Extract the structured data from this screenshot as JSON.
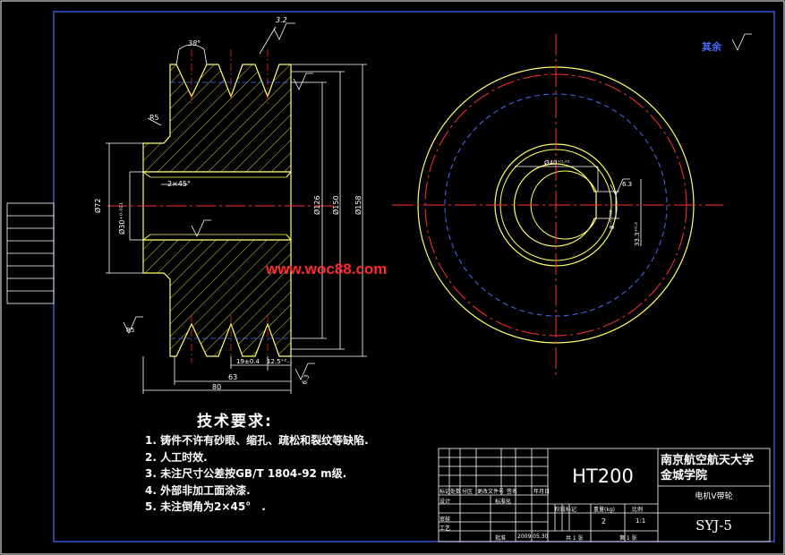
{
  "drawing": {
    "section_view": {
      "dims": {
        "angle": "38°",
        "roughness_top": "3.2",
        "phi72": "Ø72",
        "phi30": "Ø30⁺⁰·⁰²¹",
        "phi126": "Ø126",
        "phi150": "Ø150",
        "phi158": "Ø158",
        "chamfer": "2×45°",
        "fillet": "R5",
        "pitch": "19±0.4",
        "groove": "12.5⁺²₋₁",
        "len63": "63",
        "len80": "80",
        "rough_side": "6.3",
        "r_left": "R5"
      }
    },
    "end_view": {
      "dims": {
        "key_depth": "33.3⁺⁰·²",
        "key_width": "8⁻⁰·⁰¹⁸",
        "ra_bore": "6.3",
        "bore_phi": "Ø40⁺⁰·⁰¹",
        "other": "其余"
      }
    },
    "watermark": "www.woc88.com",
    "tech_requirements": {
      "title": "技术要求:",
      "items": [
        "1. 铸件不许有砂眼、缩孔、疏松和裂纹等缺陷.",
        "2. 人工时效.",
        "3. 未注尺寸公差按GB/T 1804-92 m级.",
        "4. 外部非加工面涂漆.",
        "5. 未注倒角为2×45°　."
      ]
    },
    "title_block": {
      "material": "HT200",
      "school_line1": "南京航空航天大学",
      "school_line2": "金城学院",
      "part_name": "电机V带轮",
      "drawing_no": "SYJ-5",
      "labels": {
        "mark": "标记",
        "count": "处数",
        "zone": "分区",
        "change_doc": "更改文件号",
        "sign": "签名",
        "date": "年月日",
        "design": "设计",
        "standard": "标准化",
        "review": "审核",
        "process": "工艺",
        "approve": "批准",
        "stage": "阶段标记",
        "weight": "重量(kg)",
        "scale": "比例",
        "weight_val": "2",
        "scale_val": "1:1",
        "date_val": "2009.05.30",
        "sheets": "共 1 张",
        "sheet": "第 1 张"
      }
    }
  },
  "colors": {
    "frame": "#0000ff",
    "outline": "#ffff66",
    "centerline": "#ff0000",
    "dimension": "#00ffff",
    "white": "#ffffff",
    "hatch": "#ffff66"
  }
}
